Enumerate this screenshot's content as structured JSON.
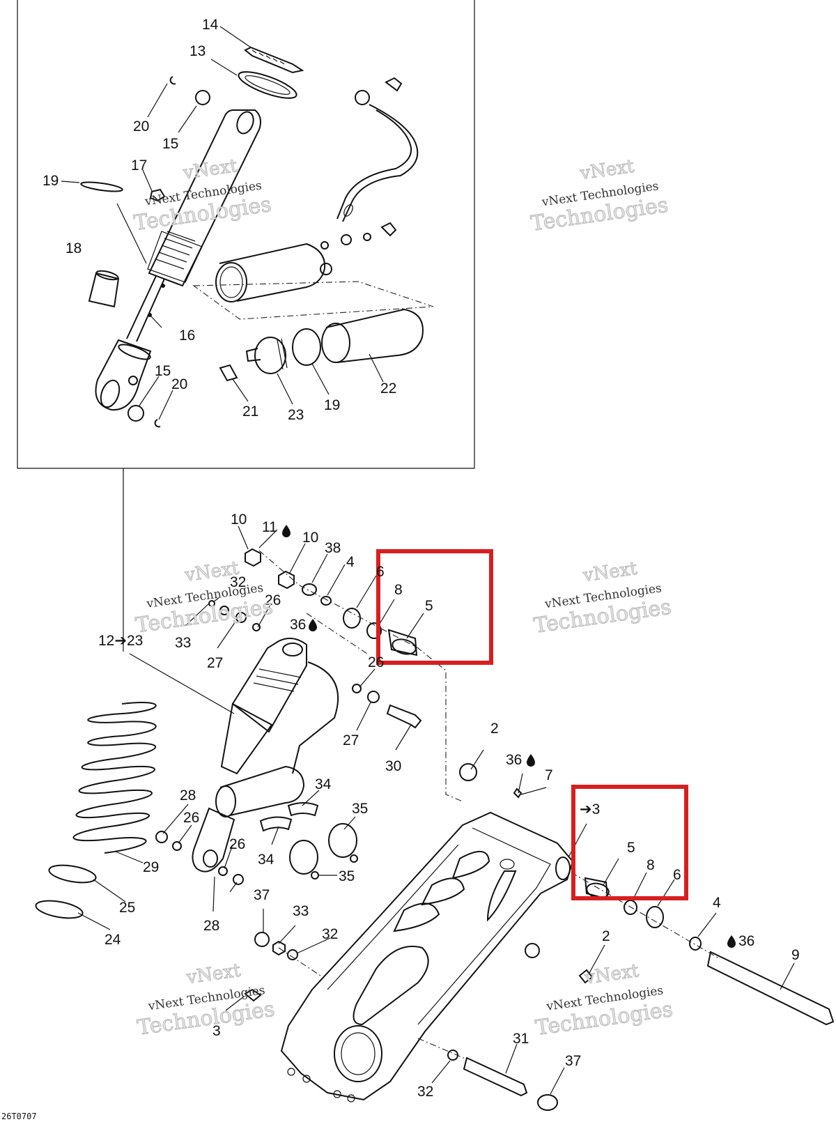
{
  "callouts": [
    {
      "id": "c14a",
      "text": "14"
    },
    {
      "id": "c13a",
      "text": "13"
    },
    {
      "id": "c20a",
      "text": "20"
    },
    {
      "id": "c15a",
      "text": "15"
    },
    {
      "id": "c17",
      "text": "17"
    },
    {
      "id": "c19a",
      "text": "19"
    },
    {
      "id": "c18",
      "text": "18"
    },
    {
      "id": "c16",
      "text": "16"
    },
    {
      "id": "c15b",
      "text": "15"
    },
    {
      "id": "c20b",
      "text": "20"
    },
    {
      "id": "c21",
      "text": "21"
    },
    {
      "id": "c23",
      "text": "23"
    },
    {
      "id": "c19b",
      "text": "19"
    },
    {
      "id": "c22",
      "text": "22"
    },
    {
      "id": "c10a",
      "text": "10"
    },
    {
      "id": "c11",
      "text": "11"
    },
    {
      "id": "c10b",
      "text": "10"
    },
    {
      "id": "c38",
      "text": "38"
    },
    {
      "id": "c4a",
      "text": "4"
    },
    {
      "id": "c6a",
      "text": "6"
    },
    {
      "id": "c32a",
      "text": "32"
    },
    {
      "id": "c26a",
      "text": "26"
    },
    {
      "id": "c8a",
      "text": "8"
    },
    {
      "id": "c5a",
      "text": "5"
    },
    {
      "id": "c36a",
      "text": "36"
    },
    {
      "id": "c12",
      "text": "12➔23"
    },
    {
      "id": "c33a",
      "text": "33"
    },
    {
      "id": "c27a",
      "text": "27"
    },
    {
      "id": "c26b",
      "text": "26"
    },
    {
      "id": "c27b",
      "text": "27"
    },
    {
      "id": "c30",
      "text": "30"
    },
    {
      "id": "c2a",
      "text": "2"
    },
    {
      "id": "c36b",
      "text": "36"
    },
    {
      "id": "c7",
      "text": "7"
    },
    {
      "id": "c3a",
      "text": "➔3"
    },
    {
      "id": "c28a",
      "text": "28"
    },
    {
      "id": "c34a",
      "text": "34"
    },
    {
      "id": "c35a",
      "text": "35"
    },
    {
      "id": "c26c",
      "text": "26"
    },
    {
      "id": "c26d",
      "text": "26"
    },
    {
      "id": "c29",
      "text": "29"
    },
    {
      "id": "c34b",
      "text": "34"
    },
    {
      "id": "c35b",
      "text": "35"
    },
    {
      "id": "c5b",
      "text": "5"
    },
    {
      "id": "c8b",
      "text": "8"
    },
    {
      "id": "c6b",
      "text": "6"
    },
    {
      "id": "c25",
      "text": "25"
    },
    {
      "id": "c24",
      "text": "24"
    },
    {
      "id": "c37a",
      "text": "37"
    },
    {
      "id": "c28b",
      "text": "28"
    },
    {
      "id": "c33b",
      "text": "33"
    },
    {
      "id": "c32b",
      "text": "32"
    },
    {
      "id": "c4b",
      "text": "4"
    },
    {
      "id": "c36c",
      "text": "36"
    },
    {
      "id": "c2b",
      "text": "2"
    },
    {
      "id": "c9",
      "text": "9"
    },
    {
      "id": "c3b",
      "text": "3"
    },
    {
      "id": "c31",
      "text": "31"
    },
    {
      "id": "c37b",
      "text": "37"
    },
    {
      "id": "c32c",
      "text": "32"
    }
  ],
  "watermark": {
    "line1": "vNext Technologies",
    "line2": "Technologies",
    "line0": "vNext"
  },
  "figure_ref": "26T0707",
  "highlight_color": "#d81f1f",
  "icons": {
    "lubricant": "oil-drop-icon",
    "see_item": "arrow-right-icon"
  }
}
